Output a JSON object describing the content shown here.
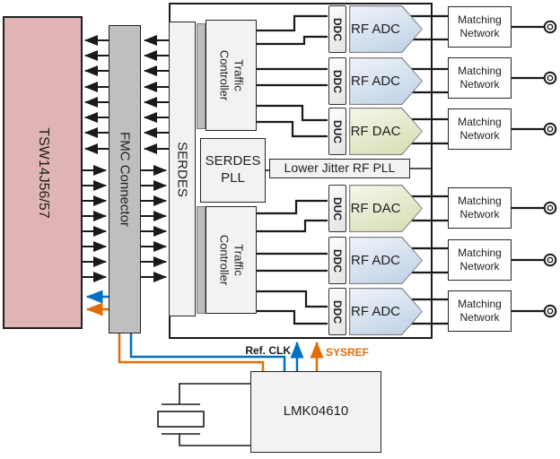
{
  "blocks": {
    "tsw": "TSW14J56/57",
    "fmc": "FMC Connector",
    "serdes": "SERDES",
    "traffic_top": "Traffic Controller",
    "traffic_bottom": "Traffic Controller",
    "serdes_pll": "SERDES PLL",
    "rf_pll": "Lower Jitter RF PLL",
    "clock_chip": "LMK04610"
  },
  "rows": [
    {
      "pre": "DDC",
      "converter": "RF ADC",
      "kind": "adc",
      "matching": "Matching Network"
    },
    {
      "pre": "DDC",
      "converter": "RF ADC",
      "kind": "adc",
      "matching": "Matching Network"
    },
    {
      "pre": "DUC",
      "converter": "RF DAC",
      "kind": "dac",
      "matching": "Matching Network"
    },
    {
      "pre": "DUC",
      "converter": "RF DAC",
      "kind": "dac",
      "matching": "Matching Network"
    },
    {
      "pre": "DDC",
      "converter": "RF ADC",
      "kind": "adc",
      "matching": "Matching Network"
    },
    {
      "pre": "DDC",
      "converter": "RF ADC",
      "kind": "adc",
      "matching": "Matching Network"
    }
  ],
  "signals": {
    "ref_clk": "Ref. CLK",
    "sysref": "SYSREF"
  },
  "colors": {
    "blue_signal": "#0070c0",
    "orange_signal": "#e36c0a",
    "adc_fill": "#c9d9ec",
    "dac_fill": "#d9e2b6",
    "tsw_fill": "#e0b4b4",
    "connector_gray": "#bfbfbf",
    "block_gray": "#f2f2f2"
  }
}
